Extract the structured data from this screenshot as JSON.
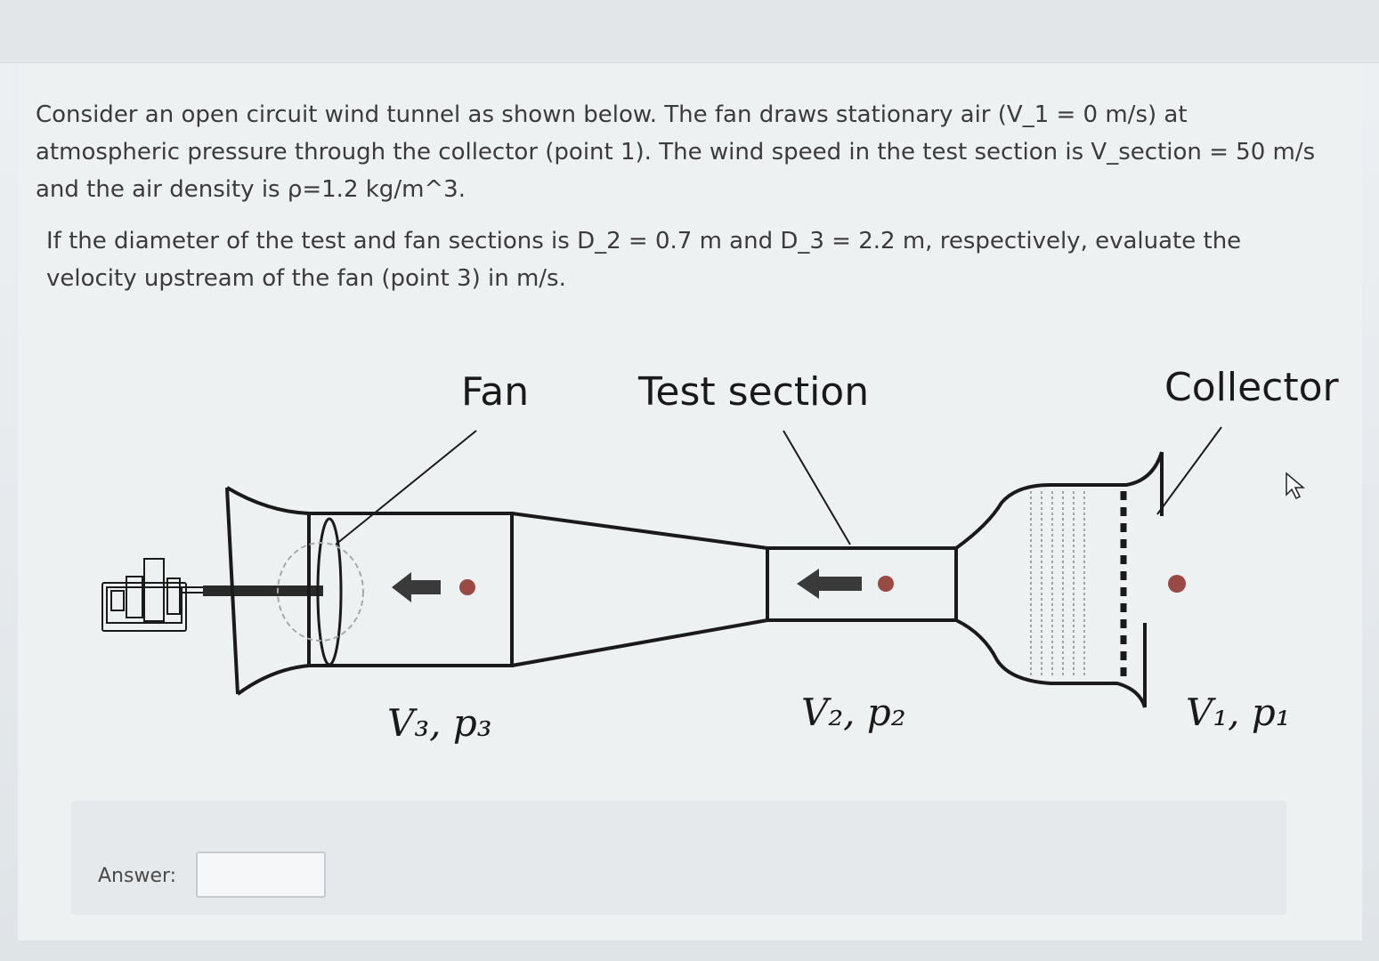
{
  "question": {
    "paragraph1": "Consider an open circuit wind tunnel as shown below. The fan draws stationary air (V_1 = 0 m/s) at atmospheric pressure through the collector (point 1). The wind speed in the test section is V_section = 50 m/s and the air density is ρ=1.2 kg/m^3.",
    "paragraph2": "If the diameter of the test and fan sections is D_2 = 0.7 m and D_3 = 2.2 m, respectively, evaluate the velocity upstream of the fan (point 3) in m/s."
  },
  "diagram": {
    "label_fan": "Fan",
    "label_test_section": "Test section",
    "label_collector": "Collector",
    "label_point3": "V₃, p₃",
    "label_point2": "V₂, p₂",
    "label_point1": "V₁, p₁",
    "line_color": "#1a1a1a",
    "dot_color": "#9a4a45",
    "arrow_color": "#3a3a3a"
  },
  "answer": {
    "label": "Answer:",
    "value": ""
  }
}
